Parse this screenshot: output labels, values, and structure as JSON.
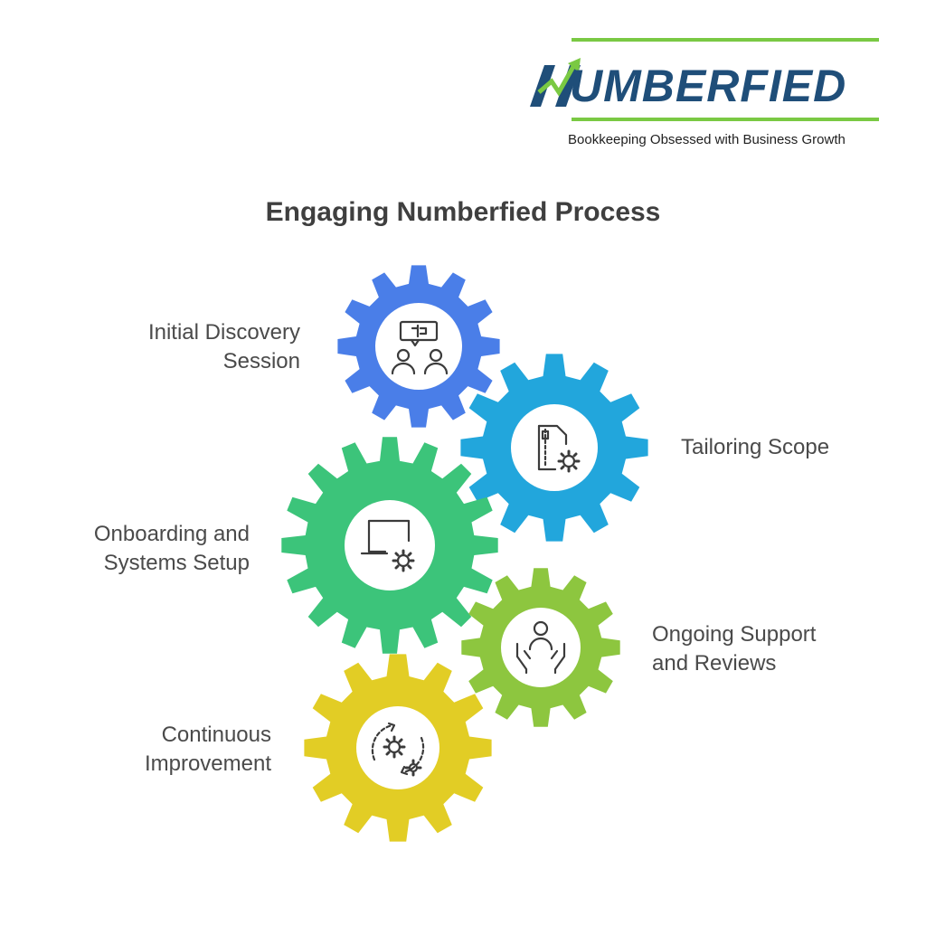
{
  "logo": {
    "wordmark": "UMBERFIED",
    "tagline": "Bookkeeping Obsessed with Business Growth",
    "colors": {
      "navy": "#1f4e79",
      "green": "#7ac943"
    }
  },
  "title": "Engaging Numberfied Process",
  "steps": [
    {
      "label_line1": "Initial Discovery",
      "label_line2": "Session",
      "color": "#4a7ee8",
      "icon": "consultation-icon"
    },
    {
      "label_line1": "Tailoring Scope",
      "label_line2": "",
      "color": "#22a6dc",
      "icon": "document-settings-icon"
    },
    {
      "label_line1": "Onboarding and",
      "label_line2": "Systems Setup",
      "color": "#3cc47a",
      "icon": "laptop-settings-icon"
    },
    {
      "label_line1": "Ongoing Support",
      "label_line2": "and Reviews",
      "color": "#8dc63f",
      "icon": "support-hands-icon"
    },
    {
      "label_line1": "Continuous",
      "label_line2": "Improvement",
      "color": "#e2cd25",
      "icon": "refresh-gears-icon"
    }
  ]
}
